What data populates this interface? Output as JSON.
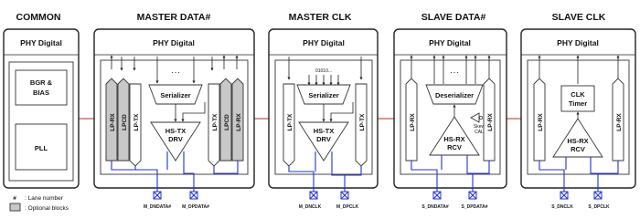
{
  "headers": {
    "common": "COMMON",
    "master_data": "MASTER DATA#",
    "master_clk": "MASTER CLK",
    "slave_data": "SLAVE DATA#",
    "slave_clk": "SLAVE CLK"
  },
  "phy_digital": "PHY Digital",
  "common": {
    "bgr_line1": "BGR &",
    "bgr_line2": "BIAS",
    "pll": "PLL"
  },
  "master_data": {
    "lp_rx": "LP-RX",
    "lp_cd": "LPCD",
    "lp_tx": "LP-TX",
    "serializer": "Serializer",
    "hs_tx_line1": "HS-TX",
    "hs_tx_line2": "DRV",
    "dots": ". . .",
    "pin_n": "M_DNDATA#",
    "pin_p": "M_DPDATA#"
  },
  "master_clk": {
    "lp_tx": "LP-TX",
    "serializer": "Serializer",
    "pattern": "01010...",
    "hs_tx_line1": "HS-TX",
    "hs_tx_line2": "DRV",
    "pin_n": "M_DNCLK",
    "pin_p": "M_DPCLK"
  },
  "slave_data": {
    "lp_rx": "LP-RX",
    "deserializer": "Deserializer",
    "dots": ". . .",
    "hs_rx_line1": "HS-RX",
    "hs_rx_line2": "RCV",
    "skew_line1": "Skew",
    "skew_line2": "CAL",
    "pin_n": "S_DNDATA#",
    "pin_p": "S_DPDATA#"
  },
  "slave_clk": {
    "lp_rx": "LP-RX",
    "clk_timer_line1": "CLK",
    "clk_timer_line2": "Timer",
    "hs_rx_line1": "HS-RX",
    "hs_rx_line2": "RCV",
    "pin_n": "S_DNCLK",
    "pin_p": "S_DPCLK"
  },
  "legend": {
    "hash_symbol": "#",
    "hash_text": ": Lane number",
    "optional_text": ": Optional blocks"
  },
  "colors": {
    "link_line": "#cc2222",
    "bus_line": "#2233cc",
    "optional_fill": "#c8c8c8"
  }
}
